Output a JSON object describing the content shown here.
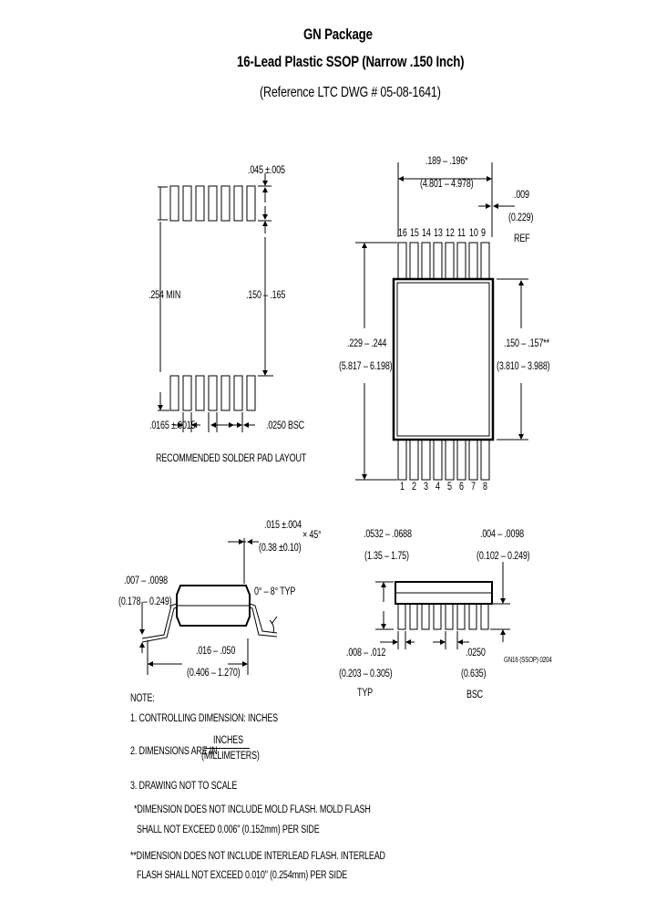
{
  "header": {
    "title": "GN Package",
    "subtitle": "16-Lead Plastic SSOP (Narrow .150 Inch)",
    "reference": "(Reference LTC DWG # 05-08-1641)"
  },
  "pad_layout": {
    "pad_width": ".045 ±.005",
    "min_span": ".254 MIN",
    "inner_span": ".150 – .165",
    "pad_pitch_width": ".0165 ±.0015",
    "pitch": ".0250 BSC",
    "caption": "RECOMMENDED SOLDER PAD LAYOUT"
  },
  "top_view": {
    "length_in": ".189 – .196*",
    "length_mm": "(4.801 – 4.978)",
    "ref_in": ".009",
    "ref_mm": "(0.229)",
    "ref_label": "REF",
    "overall_width_in": ".229 – .244",
    "overall_width_mm": "(5.817 – 6.198)",
    "body_width_in": ".150 – .157**",
    "body_width_mm": "(3.810 – 3.988)",
    "top_pins": [
      "16",
      "15",
      "14",
      "13",
      "12",
      "11",
      "10",
      "9"
    ],
    "bottom_pins": [
      "1",
      "2",
      "3",
      "4",
      "5",
      "6",
      "7",
      "8"
    ]
  },
  "side_view": {
    "chamfer_in": ".015 ±.004",
    "chamfer_mm": "(0.38 ±0.10)",
    "chamfer_angle": "× 45°",
    "lead_thk_in": ".007 – .0098",
    "lead_thk_mm": "(0.178 – 0.249)",
    "angle": "0° – 8° TYP",
    "foot_in": ".016 – .050",
    "foot_mm": "(0.406 – 1.270)"
  },
  "end_view": {
    "height_in": ".0532 – .0688",
    "height_mm": "(1.35 – 1.75)",
    "standoff_in": ".004 – .0098",
    "standoff_mm": "(0.102 – 0.249)",
    "lead_w_in": ".008 – .012",
    "lead_w_mm": "(0.203 – 0.305)",
    "lead_w_typ": "TYP",
    "pitch_in": ".0250",
    "pitch_mm": "(0.635)",
    "pitch_bsc": "BSC",
    "drawing_code": "GN16 (SSOP) 0204"
  },
  "notes": {
    "heading": "NOTE:",
    "n1": "1. CONTROLLING DIMENSION: INCHES",
    "n2_prefix": "2. DIMENSIONS ARE IN",
    "n2_top": "INCHES",
    "n2_bottom": "(MILLIMETERS)",
    "n3": "3. DRAWING NOT TO SCALE",
    "s1a": "*DIMENSION DOES NOT INCLUDE MOLD FLASH. MOLD FLASH",
    "s1b": "SHALL NOT EXCEED 0.006\" (0.152mm) PER SIDE",
    "s2a": "**DIMENSION DOES NOT INCLUDE INTERLEAD FLASH. INTERLEAD",
    "s2b": "FLASH SHALL NOT EXCEED 0.010\" (0.254mm) PER SIDE"
  }
}
